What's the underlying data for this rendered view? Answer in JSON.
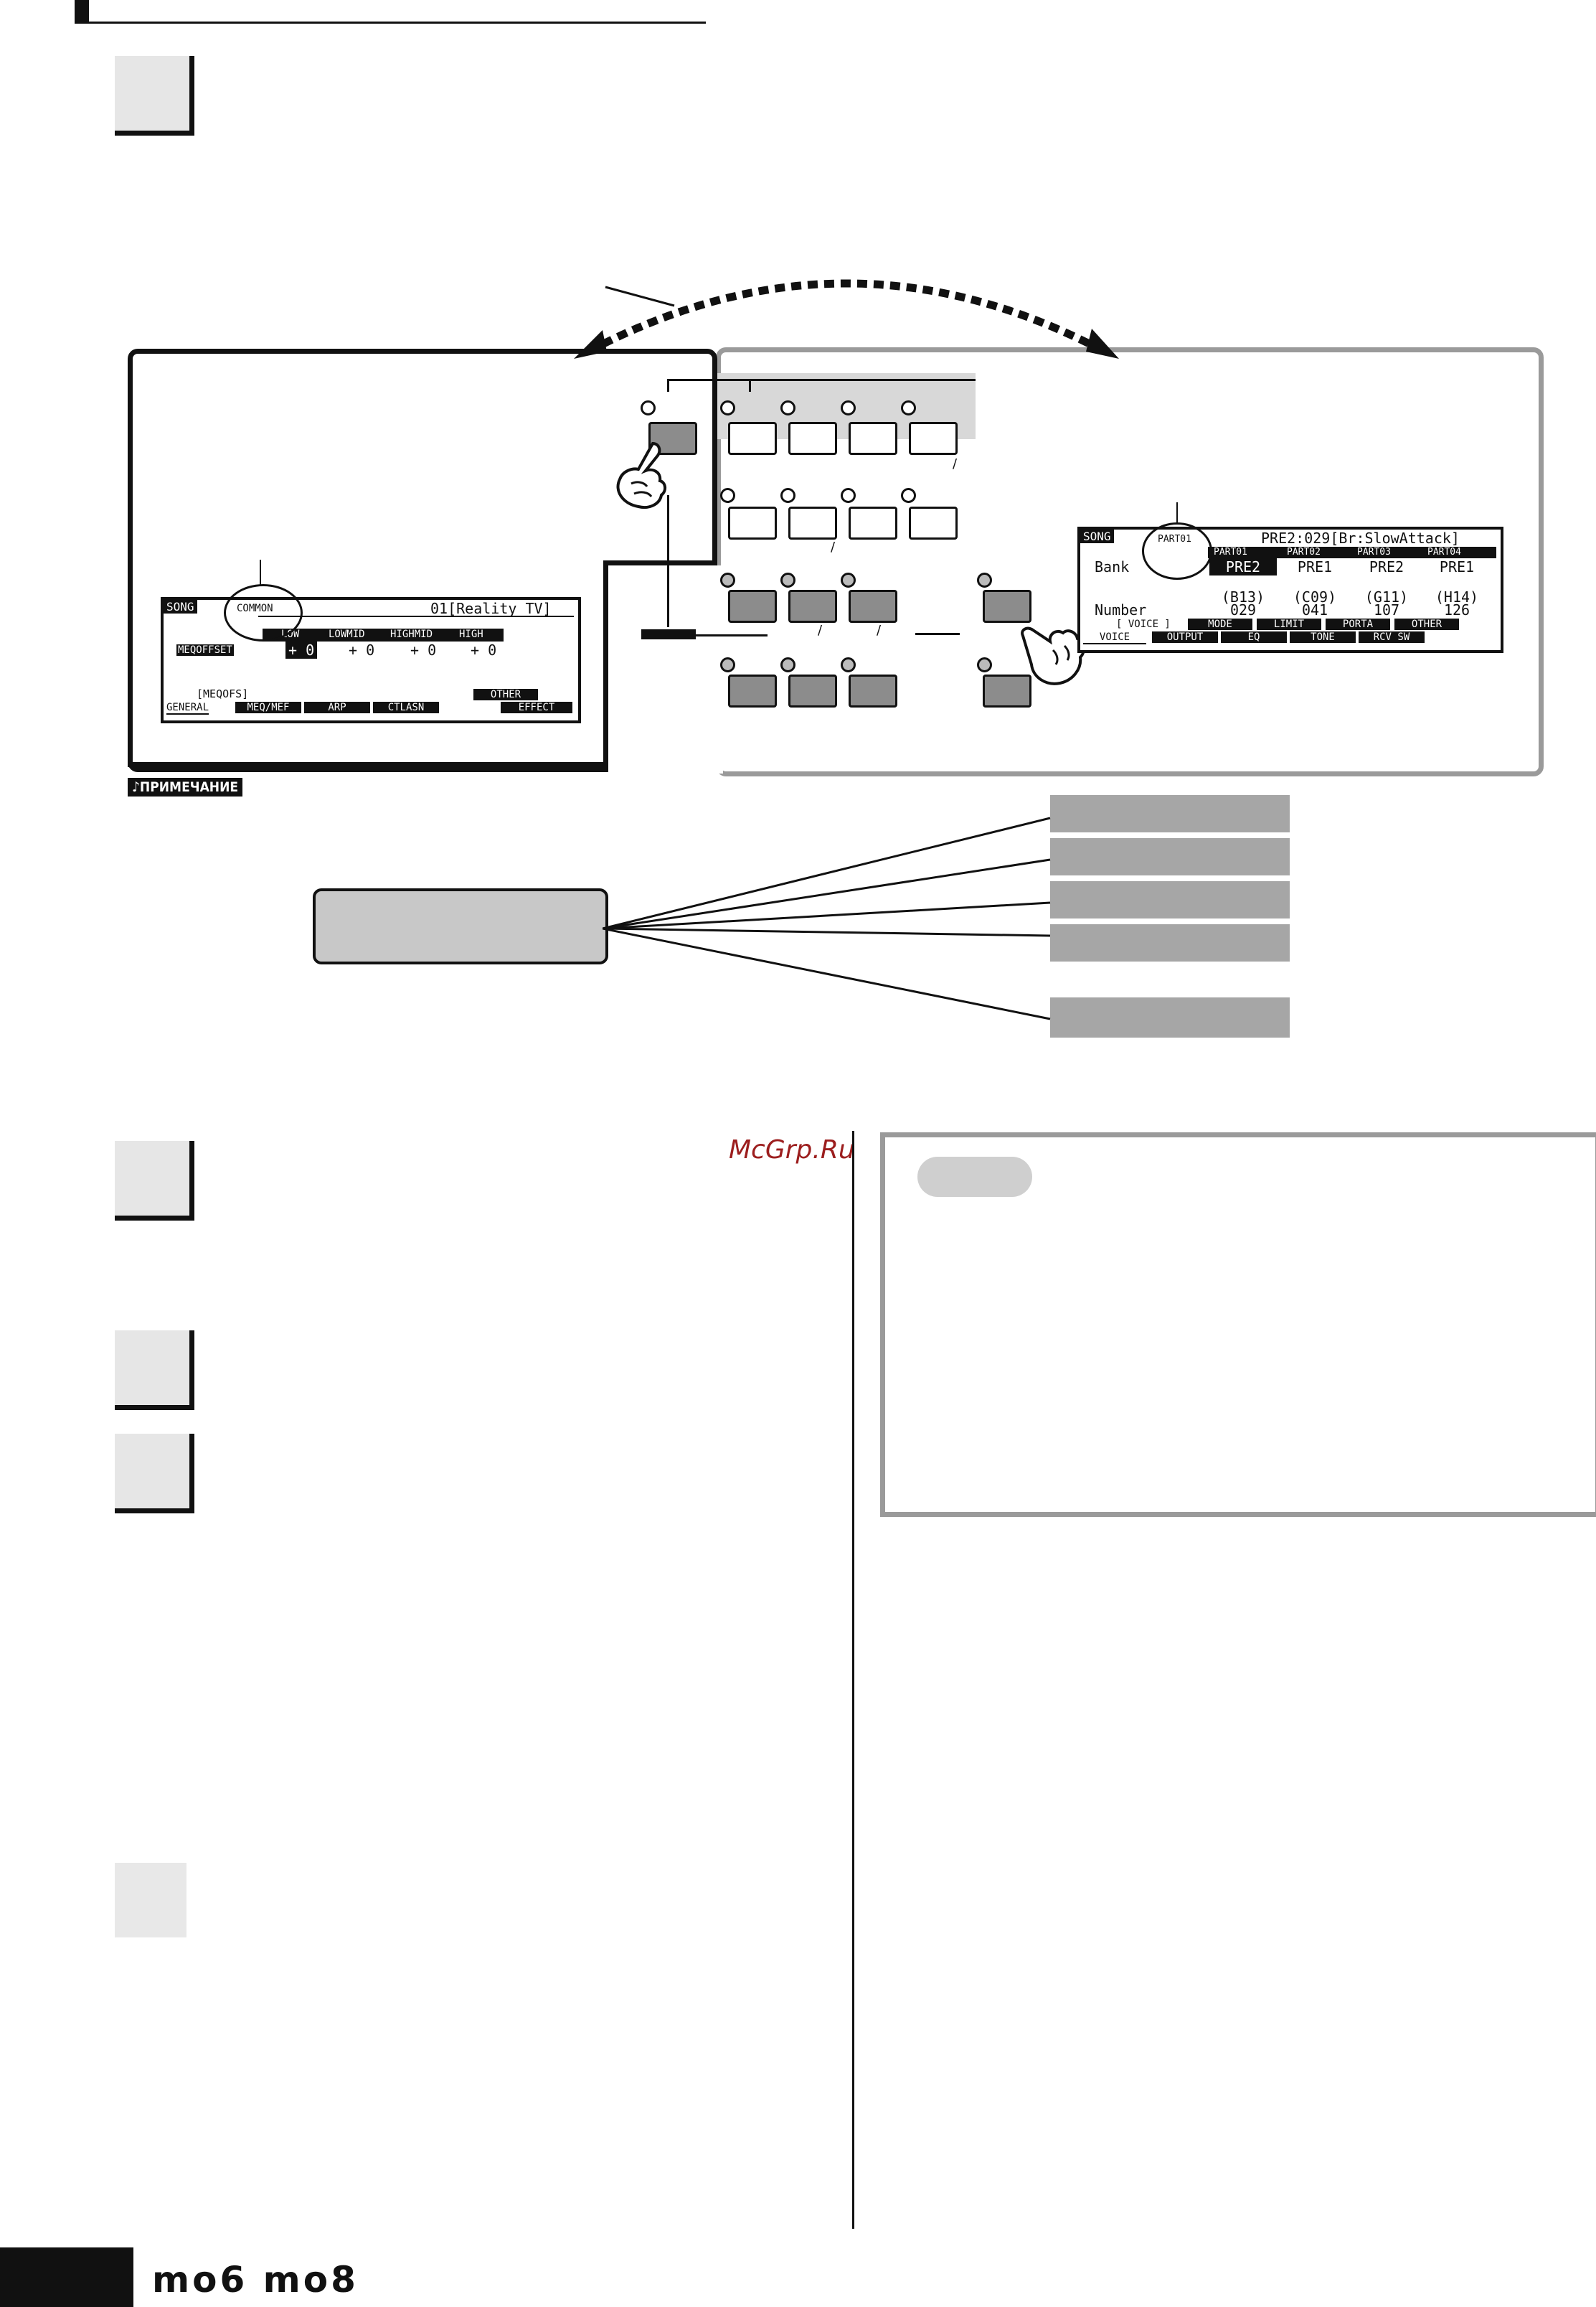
{
  "left_lcd": {
    "mode": "SONG",
    "tab": "COMMON",
    "title": "01[Reality TV]",
    "col_headers": [
      "LOW",
      "LOWMID",
      "HIGHMID",
      "HIGH"
    ],
    "row_label": "MEQOFFSET",
    "values": [
      "+ 0",
      "+ 0",
      "+ 0",
      "+ 0"
    ],
    "bracket": "[MEQOFS]",
    "other": "OTHER",
    "tabs": [
      "GENERAL",
      "MEQ/MEF",
      "ARP",
      "CTLASN",
      "EFFECT"
    ]
  },
  "right_lcd": {
    "mode": "SONG",
    "tab": "PART01",
    "title": "PRE2:029[Br:SlowAttack]",
    "parts": [
      "PART01",
      "PART02",
      "PART03",
      "PART04"
    ],
    "bank_label": "Bank",
    "banks": [
      "PRE2",
      "PRE1",
      "PRE2",
      "PRE1"
    ],
    "codes": [
      "(B13)",
      "(C09)",
      "(G11)",
      "(H14)"
    ],
    "number_label": "Number",
    "numbers": [
      "029",
      "041",
      "107",
      "126"
    ],
    "subtabs": [
      "[ VOICE ]",
      "MODE",
      "LIMIT",
      "PORTA",
      "OTHER"
    ],
    "tabs": [
      "VOICE",
      "OUTPUT",
      "EQ",
      "TONE",
      "RCV SW"
    ]
  },
  "note_tag": "ПРИМЕЧАНИЕ",
  "watermark": "McGrp.Ru",
  "brand": "mo6 mo8"
}
